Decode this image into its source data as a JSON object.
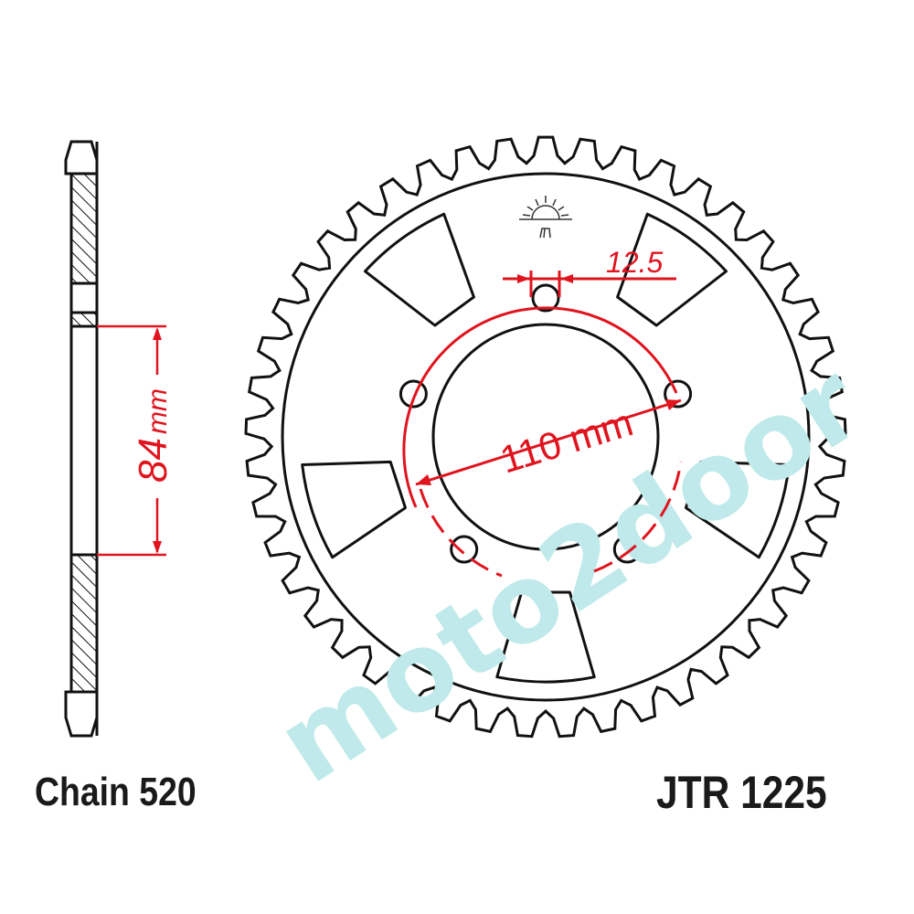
{
  "dimensions": {
    "bolt_circle": "110 mm",
    "bore": "84",
    "bore_unit": "mm",
    "bolt_hole": "12.5"
  },
  "labels": {
    "chain": "Chain 520",
    "part_number": "JTR 1225"
  },
  "watermark": "moto2door",
  "colors": {
    "line": "#111111",
    "dimension": "#e0141e",
    "watermark": "#bfe9ea"
  }
}
